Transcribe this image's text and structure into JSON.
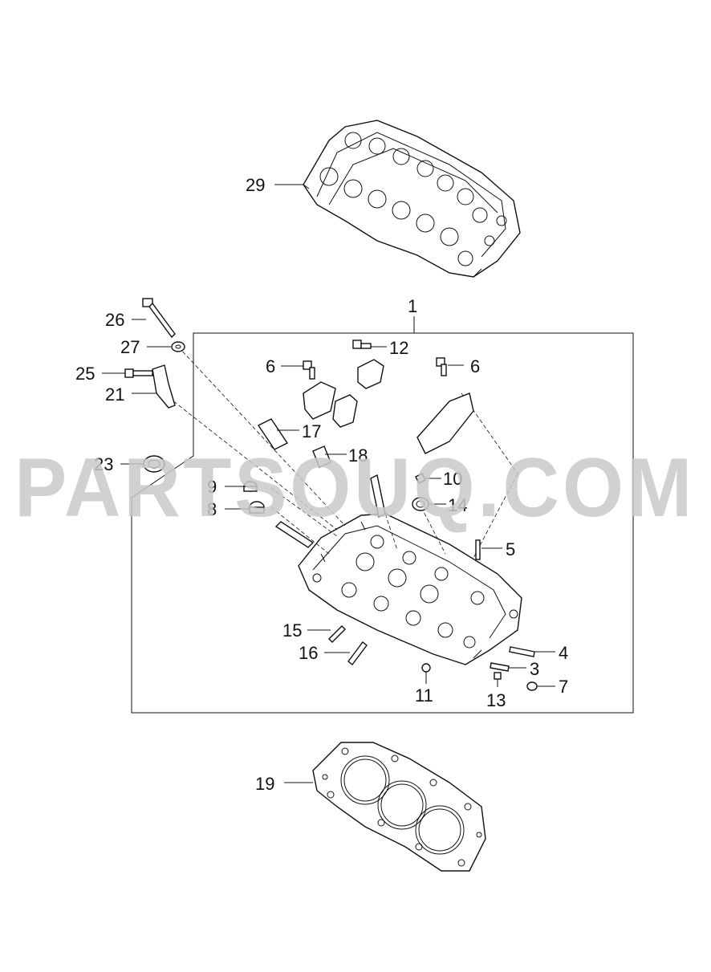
{
  "watermark": "PARTSOUQ.COM",
  "callouts": [
    "1",
    "3",
    "4",
    "5",
    "6",
    "6",
    "7",
    "8",
    "9",
    "10",
    "11",
    "12",
    "13",
    "14",
    "15",
    "16",
    "17",
    "18",
    "19",
    "21",
    "23",
    "25",
    "26",
    "27",
    "29"
  ],
  "labels": {
    "p1": "1",
    "p3": "3",
    "p4": "4",
    "p5": "5",
    "p6a": "6",
    "p6b": "6",
    "p7": "7",
    "p8": "8",
    "p9": "9",
    "p10": "10",
    "p11": "11",
    "p12": "12",
    "p13": "13",
    "p14": "14",
    "p15": "15",
    "p16": "16",
    "p17": "17",
    "p18": "18",
    "p19": "19",
    "p21": "21",
    "p23": "23",
    "p25": "25",
    "p26": "26",
    "p27": "27",
    "p29": "29"
  }
}
